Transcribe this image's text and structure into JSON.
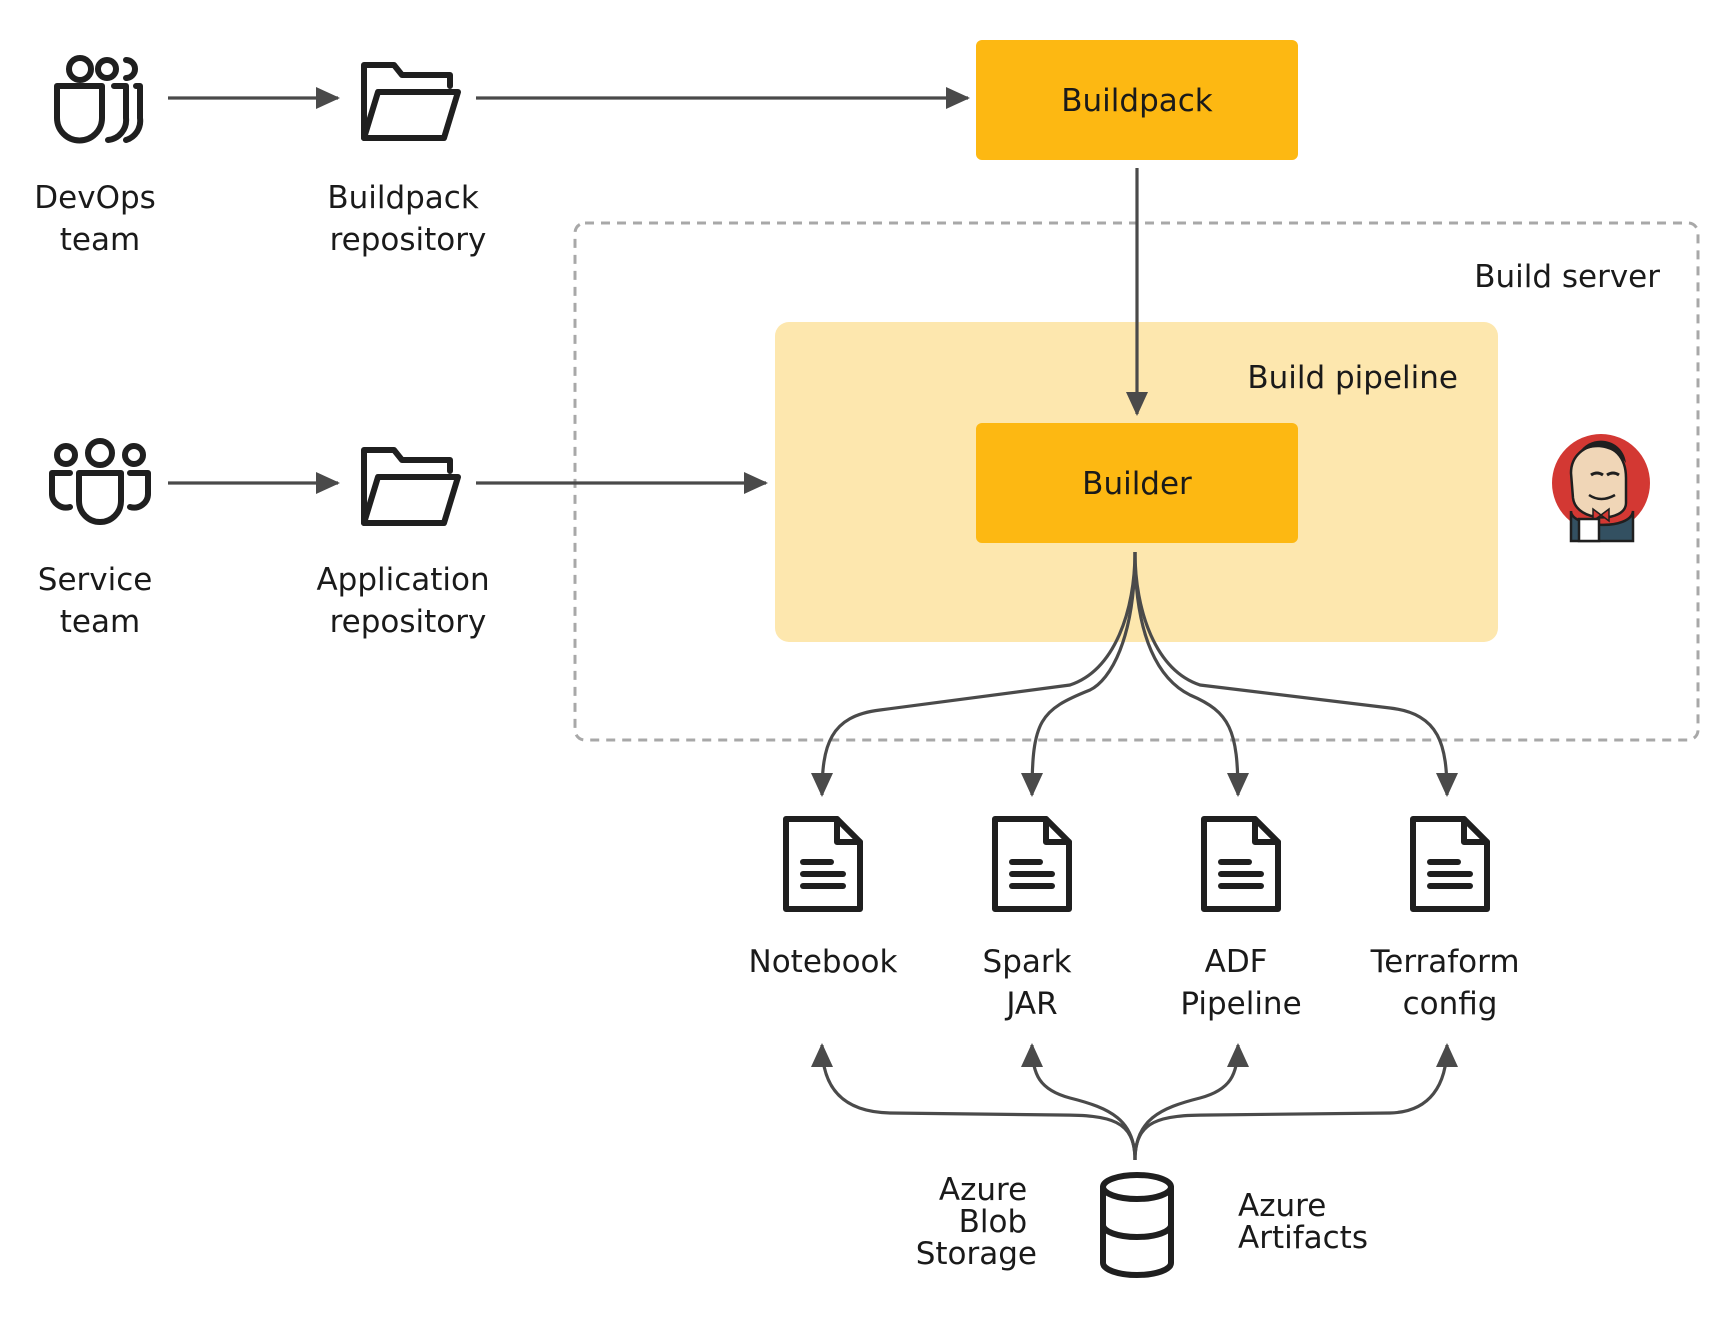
{
  "nodes": {
    "devops_team": {
      "line1": "DevOps",
      "line2": "team",
      "icon": "people-group-icon"
    },
    "buildpack_repo": {
      "line1": "Buildpack",
      "line2": "repository",
      "icon": "folder-icon"
    },
    "service_team": {
      "line1": "Service",
      "line2": "team",
      "icon": "people-group-icon"
    },
    "application_repo": {
      "line1": "Application",
      "line2": "repository",
      "icon": "folder-icon"
    },
    "buildpack": {
      "label": "Buildpack"
    },
    "builder": {
      "label": "Builder"
    },
    "notebook": {
      "line1": "Notebook",
      "icon": "document-icon"
    },
    "spark_jar": {
      "line1": "Spark",
      "line2": "JAR",
      "icon": "document-icon"
    },
    "adf_pipeline": {
      "line1": "ADF",
      "line2": "Pipeline",
      "icon": "document-icon"
    },
    "terraform_config": {
      "line1": "Terraform",
      "line2": "config",
      "icon": "document-icon"
    },
    "azure_blob_storage": {
      "line1": "Azure",
      "line2": "Blob",
      "line3": "Storage"
    },
    "azure_artifacts": {
      "line1": "Azure",
      "line2": "Artifacts"
    },
    "storage": {
      "icon": "database-icon"
    },
    "jenkins": {
      "icon": "jenkins-butler-logo"
    }
  },
  "regions": {
    "build_server": {
      "label": "Build server"
    },
    "build_pipeline": {
      "label": "Build pipeline"
    }
  },
  "edges": [
    {
      "from": "devops_team",
      "to": "buildpack_repo"
    },
    {
      "from": "buildpack_repo",
      "to": "buildpack"
    },
    {
      "from": "buildpack",
      "to": "builder"
    },
    {
      "from": "service_team",
      "to": "application_repo"
    },
    {
      "from": "application_repo",
      "to": "build_pipeline"
    },
    {
      "from": "builder",
      "to": "notebook"
    },
    {
      "from": "builder",
      "to": "spark_jar"
    },
    {
      "from": "builder",
      "to": "adf_pipeline"
    },
    {
      "from": "builder",
      "to": "terraform_config"
    },
    {
      "from": "storage",
      "to": "notebook"
    },
    {
      "from": "storage",
      "to": "spark_jar"
    },
    {
      "from": "storage",
      "to": "adf_pipeline"
    },
    {
      "from": "storage",
      "to": "terraform_config"
    }
  ],
  "colors": {
    "box_fill": "#FDB812",
    "pipeline_fill": "#FDE7AE",
    "edge": "#4A4A4A",
    "region_border": "#A8A8A8",
    "text": "#1A1A1A"
  }
}
